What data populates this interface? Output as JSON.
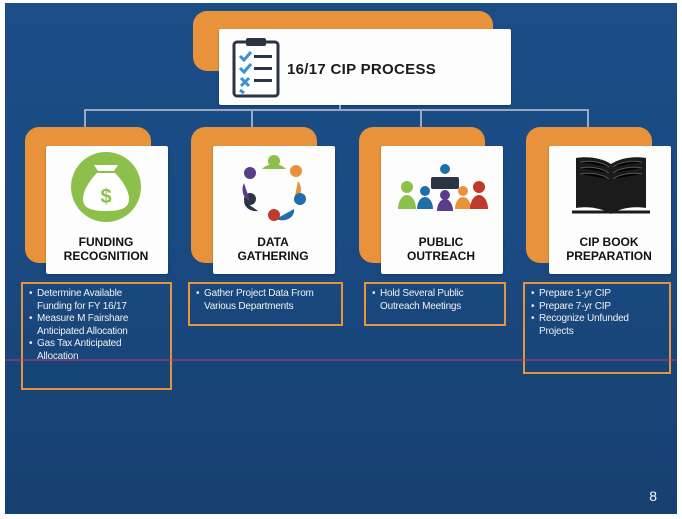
{
  "title": "16/17 CIP PROCESS",
  "steps": [
    {
      "label_line1": "FUNDING",
      "label_line2": "RECOGNITION",
      "icon": "money-bag-icon",
      "bullets": [
        "Determine Available",
        "Funding for FY 16/17",
        "Measure M Fairshare",
        "Anticipated Allocation",
        "Gas Tax Anticipated",
        "Allocation"
      ]
    },
    {
      "label_line1": "DATA",
      "label_line2": "GATHERING",
      "icon": "people-circle-icon",
      "bullets": [
        "Gather Project Data From",
        "Various Departments"
      ]
    },
    {
      "label_line1": "PUBLIC",
      "label_line2": "OUTREACH",
      "icon": "meeting-presenter-icon",
      "bullets": [
        "Hold Several Public",
        "Outreach Meetings"
      ]
    },
    {
      "label_line1": "CIP BOOK",
      "label_line2": "PREPARATION",
      "icon": "open-book-icon",
      "bullets": [
        "Prepare 1-yr CIP",
        "Prepare 7-yr CIP",
        "Recognize Unfunded",
        "Projects"
      ]
    }
  ],
  "page_number": "8",
  "colors": {
    "accent": "#e8933c",
    "background": "#1a4a82",
    "text_light": "#f0f0f0"
  }
}
